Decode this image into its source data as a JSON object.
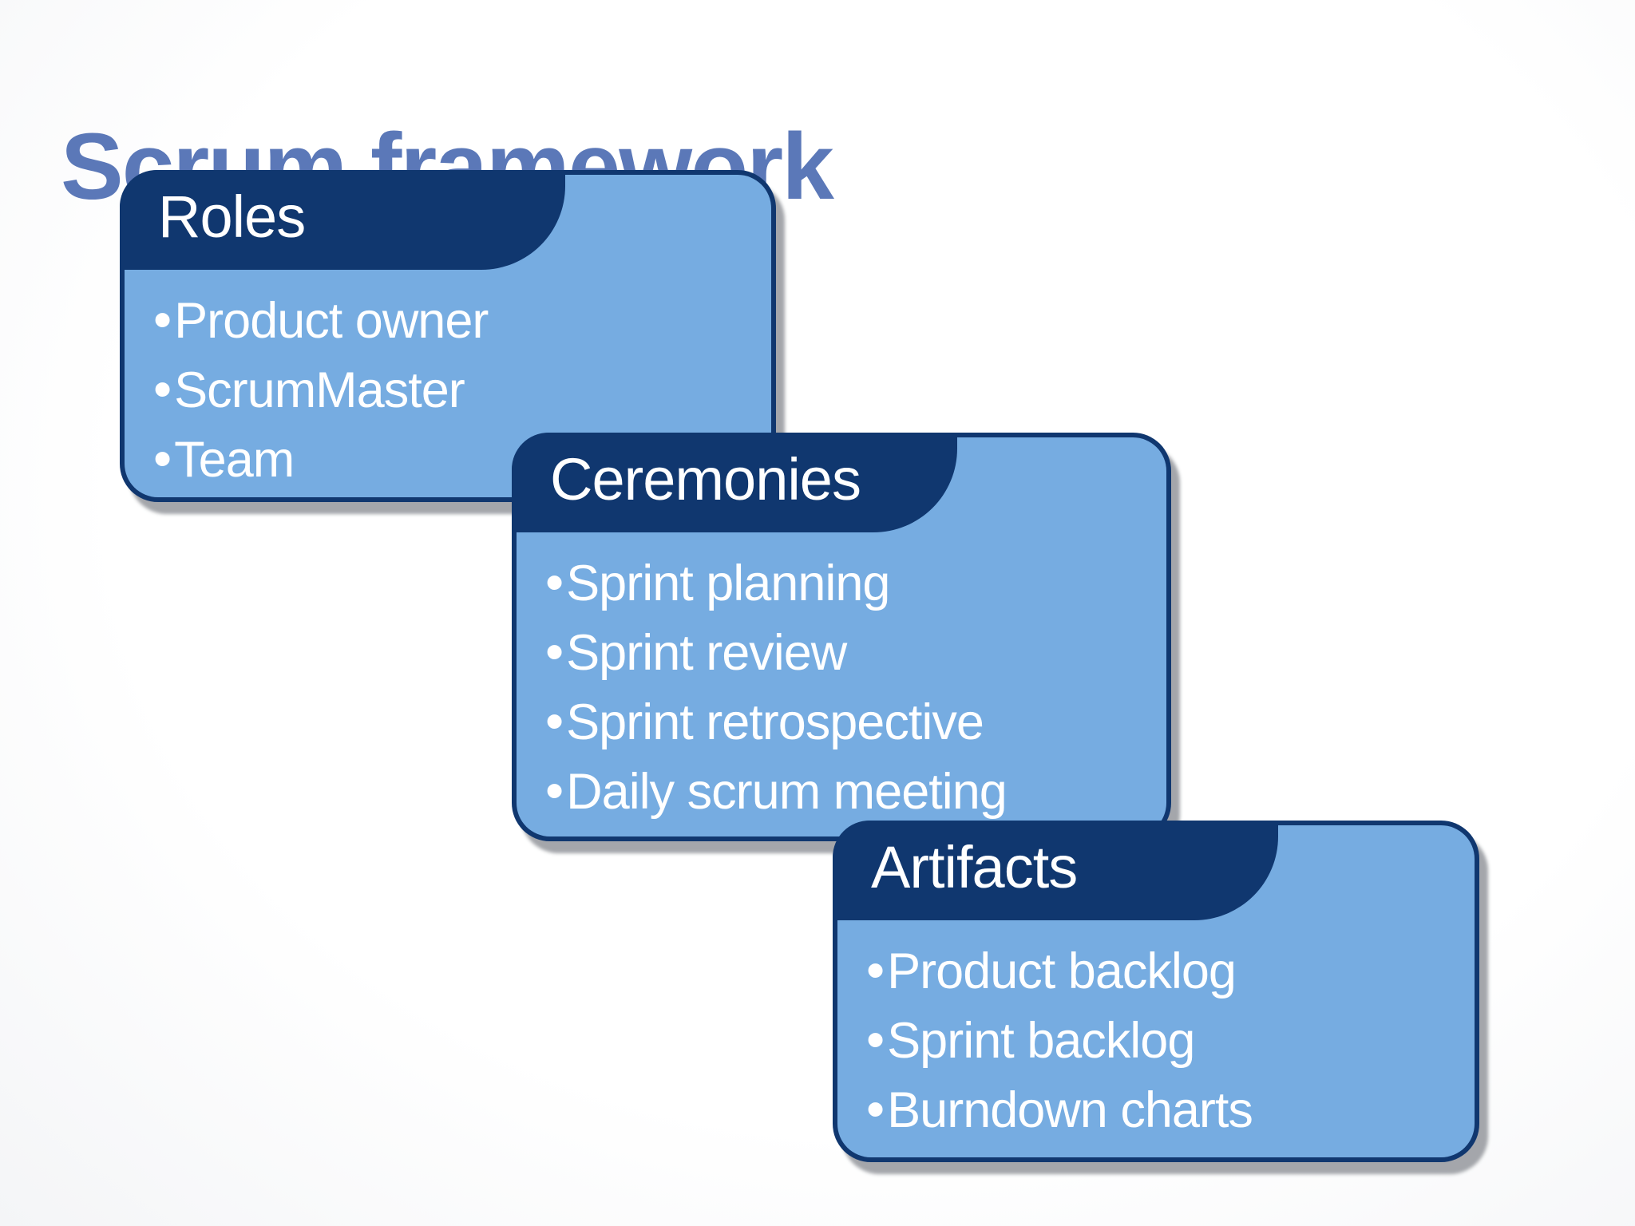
{
  "slide": {
    "title": "Scrum framework"
  },
  "bullet_char": "•",
  "colors": {
    "navy": "#10376f",
    "light_blue": "#76ace1",
    "title_text": "#5b78b8",
    "card_text": "#ffffff",
    "shadow": "#94969c",
    "background": "#ffffff"
  },
  "cards": [
    {
      "title": "Roles",
      "items": [
        "Product owner",
        "ScrumMaster",
        "Team"
      ]
    },
    {
      "title": "Ceremonies",
      "items": [
        "Sprint planning",
        "Sprint review",
        "Sprint retrospective",
        "Daily scrum meeting"
      ]
    },
    {
      "title": "Artifacts",
      "items": [
        "Product backlog",
        "Sprint backlog",
        "Burndown charts"
      ]
    }
  ]
}
